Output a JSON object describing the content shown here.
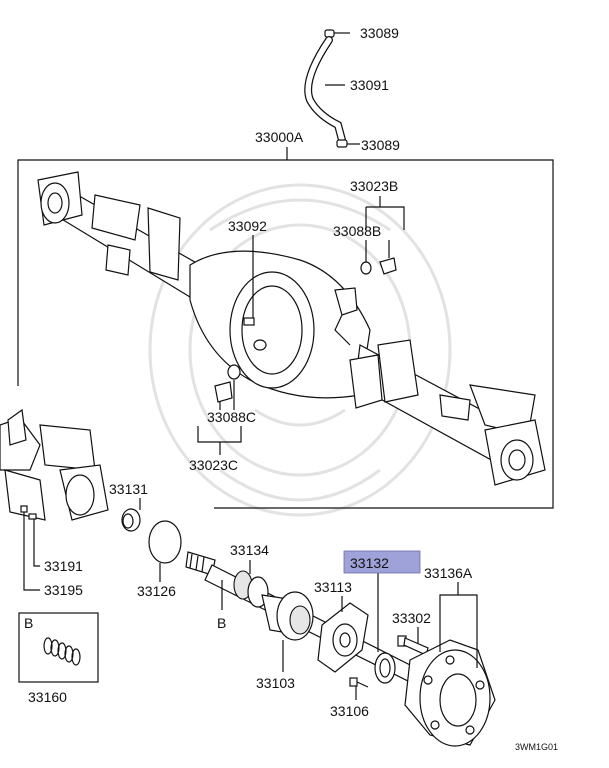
{
  "diagram": {
    "code": "3WM1G01",
    "highlight_color": "#9fa2d8",
    "labels": {
      "p33089_top": "33089",
      "p33091": "33091",
      "p33089_bottom": "33089",
      "p33000A": "33000A",
      "p33023B": "33023B",
      "p33088B": "33088B",
      "p33092": "33092",
      "p33088C": "33088C",
      "p33023C": "33023C",
      "p33131": "33131",
      "p33191": "33191",
      "p33195": "33195",
      "p33126": "33126",
      "p33134": "33134",
      "p33132": "33132",
      "p33136A": "33136A",
      "p33113": "33113",
      "p33302": "33302",
      "p33103": "33103",
      "p33106": "33106",
      "p33160": "33160",
      "b_marker": "B",
      "b_box": "B"
    }
  }
}
